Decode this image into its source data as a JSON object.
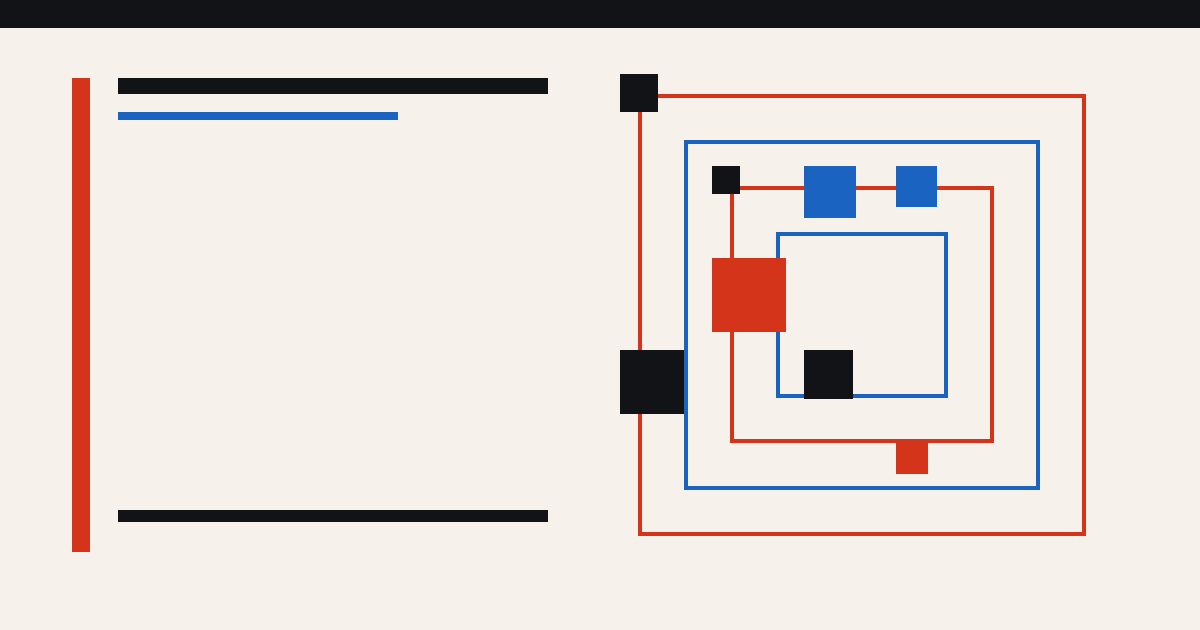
{
  "palette": {
    "background": "#f6f2eb",
    "ink": "#121316",
    "red": "#d4341a",
    "blue": "#1b63c0"
  },
  "top_bar": {
    "color": "ink"
  },
  "left_panel": {
    "accent_stripe": {
      "color": "red"
    },
    "title_placeholder": {
      "color": "ink"
    },
    "subtitle_placeholder": {
      "color": "blue"
    },
    "bottom_rule": {
      "color": "ink"
    }
  },
  "composition": {
    "frames": [
      {
        "name": "outer",
        "color": "red"
      },
      {
        "name": "second",
        "color": "blue"
      },
      {
        "name": "third",
        "color": "red"
      },
      {
        "name": "inner",
        "color": "blue"
      }
    ],
    "squares": [
      {
        "name": "a",
        "color": "ink"
      },
      {
        "name": "b",
        "color": "ink"
      },
      {
        "name": "c",
        "color": "blue"
      },
      {
        "name": "d",
        "color": "blue"
      },
      {
        "name": "e",
        "color": "red"
      },
      {
        "name": "f",
        "color": "ink"
      },
      {
        "name": "g",
        "color": "ink"
      },
      {
        "name": "h",
        "color": "red"
      }
    ]
  }
}
